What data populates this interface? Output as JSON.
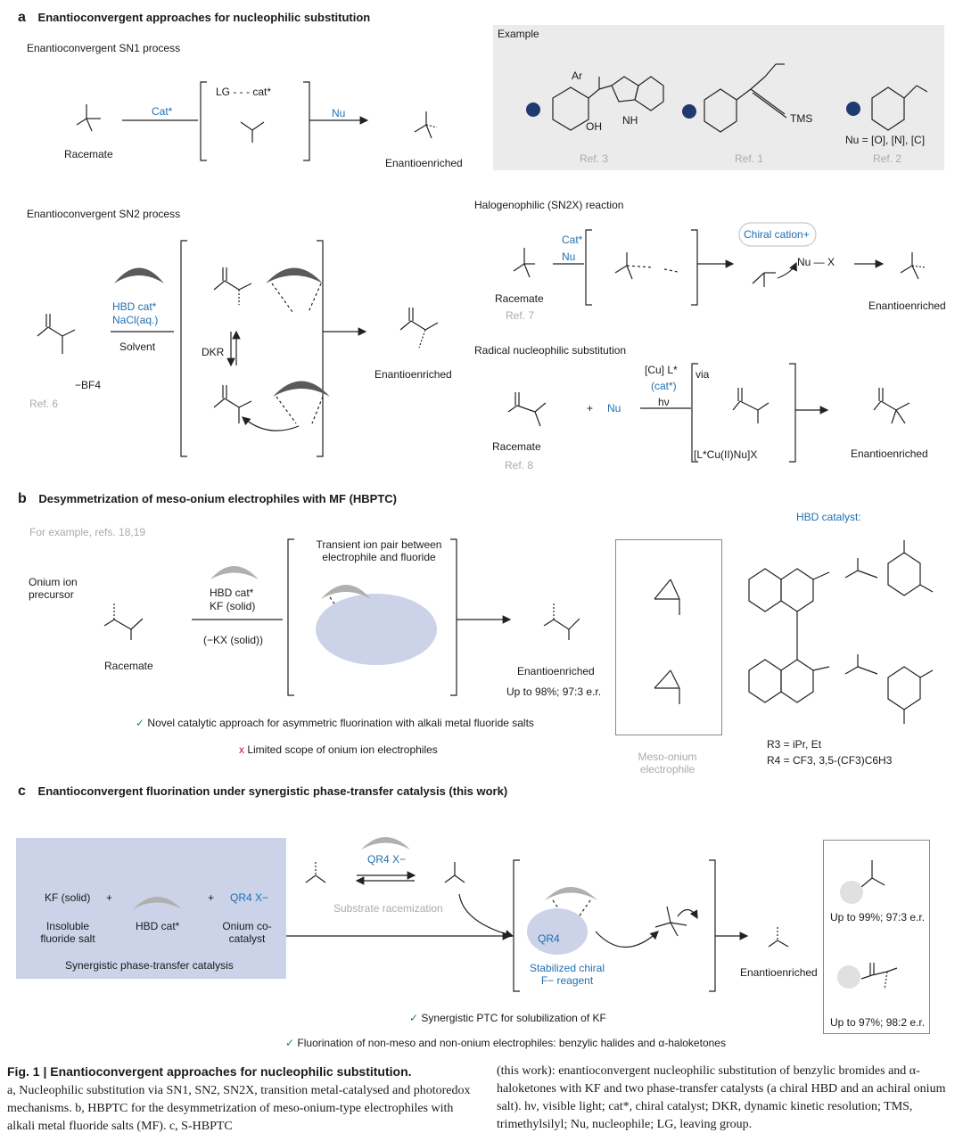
{
  "panel_a": {
    "letter": "a",
    "title": "Enantioconvergent approaches for nucleophilic substitution",
    "sn1": {
      "heading": "Enantioconvergent SN1 process",
      "racemate": "Racemate",
      "cat": "Cat*",
      "lg_cat": "LG - - - cat*",
      "nu": "Nu",
      "product": "Enantioenriched"
    },
    "example": {
      "title": "Example",
      "ref1": "Ref. 3",
      "ref2": "Ref. 1",
      "ref3": "Ref. 2",
      "nu_list": "Nu = [O], [N], [C]",
      "tms": "TMS",
      "ar": "Ar",
      "oh": "OH",
      "nh": "NH"
    },
    "sn2": {
      "heading": "Enantioconvergent SN2 process",
      "hbd": "HBD cat*",
      "nacl": "NaCl(aq.)",
      "solvent": "Solvent",
      "dkr": "DKR",
      "bf4": "−BF4",
      "ref": "Ref. 6",
      "product": "Enantioenriched"
    },
    "halogenophilic": {
      "heading": "Halogenophilic (SN2X) reaction",
      "cat": "Cat*",
      "nu": "Nu",
      "racemate": "Racemate",
      "ref": "Ref. 7",
      "chiral_cation": "Chiral cation+",
      "nu_x": "Nu — X",
      "product": "Enantioenriched"
    },
    "radical": {
      "heading": "Radical nucleophilic substitution",
      "cu": "[Cu] L*",
      "cat": "(cat*)",
      "hv": "hν",
      "via": "via",
      "nu": "Nu",
      "plus": "+",
      "complex": "[L*Cu(II)Nu]X",
      "racemate": "Racemate",
      "ref": "Ref. 8",
      "product": "Enantioenriched"
    }
  },
  "panel_b": {
    "letter": "b",
    "title": "Desymmetrization of meso-onium electrophiles with MF (HBPTC)",
    "example_refs": "For example, refs. 18,19",
    "precursor": "Onium ion precursor",
    "racemate": "Racemate",
    "hbd": "HBD cat*",
    "kf": "KF (solid)",
    "kx": "(−KX (solid))",
    "ion_pair": "Transient ion pair between electrophile and fluoride",
    "product": "Enantioenriched",
    "yield": "Up to 98%; 97:3 e.r.",
    "pro": "Novel catalytic approach for asymmetric fluorination with alkali metal fluoride salts",
    "con": "Limited scope of onium ion electrophiles",
    "meso_label": "Meso-onium electrophile",
    "hbd_catalyst": "HBD catalyst:",
    "r3": "R3 = iPr, Et",
    "r4": "R4 = CF3, 3,5-(CF3)C6H3",
    "check": "✓",
    "cross": "x"
  },
  "panel_c": {
    "letter": "c",
    "title": "Enantioconvergent fluorination under synergistic phase-transfer catalysis (this work)",
    "kf": "KF (solid)",
    "insoluble": "Insoluble fluoride salt",
    "hbd": "HBD cat*",
    "onium": "Onium co-catalyst",
    "qr4x": "QR4 X−",
    "synergistic": "Synergistic phase-transfer catalysis",
    "racemization": "Substrate racemization",
    "stabilized": "Stabilized chiral F− reagent",
    "qr4": "QR4",
    "product": "Enantioenriched",
    "yield1": "Up to 99%; 97:3 e.r.",
    "yield2": "Up to 97%; 98:2 e.r.",
    "pro1": "Synergistic PTC for solubilization of KF",
    "pro2": "Fluorination of non-meso and non-onium electrophiles: benzylic halides and α-haloketones",
    "plus": "+",
    "check": "✓"
  },
  "caption": {
    "title": "Fig. 1 | Enantioconvergent approaches for nucleophilic substitution.",
    "left": "a, Nucleophilic substitution via SN1, SN2, SN2X, transition metal-catalysed and photoredox mechanisms. b, HBPTC for the desymmetrization of meso-onium-type electrophiles with alkali metal fluoride salts (MF). c, S-HBPTC",
    "right": "(this work): enantioconvergent nucleophilic substitution of benzylic bromides and α-haloketones with KF and two phase-transfer catalysts (a chiral HBD and an achiral onium salt). hν, visible light; cat*, chiral catalyst; DKR, dynamic kinetic resolution; TMS, trimethylsilyl; Nu, nucleophile; LG, leaving group."
  },
  "colors": {
    "blue_text": "#1f6fb0",
    "red_text": "#c8102e",
    "green_check": "#1f8a3a",
    "catalyst_dark": "#5a5a5a",
    "catalyst_light": "#b0b0b0",
    "blue_box": "#ccd3e8",
    "gray_box": "#ebebeb",
    "dot_navy": "#1f3a6e"
  }
}
